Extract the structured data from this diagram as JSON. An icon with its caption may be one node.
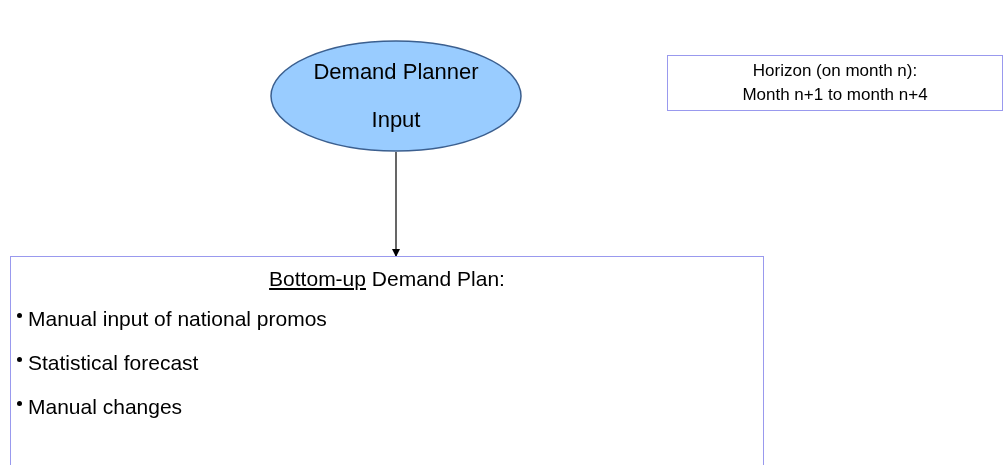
{
  "diagram": {
    "nodes": [
      {
        "text": [
          "Demand Planner Input"
        ]
      },
      {
        "text": [
          "Horizon (on month n): Month n+1 to month n+4"
        ]
      },
      {
        "text": [
          "Bottom-up Demand Plan:",
          "Manual input of national promos",
          "Statistical forecast",
          "Manual changes"
        ]
      }
    ],
    "edges": [
      {
        "from": 0,
        "to": 2,
        "arrow": "to"
      }
    ]
  }
}
